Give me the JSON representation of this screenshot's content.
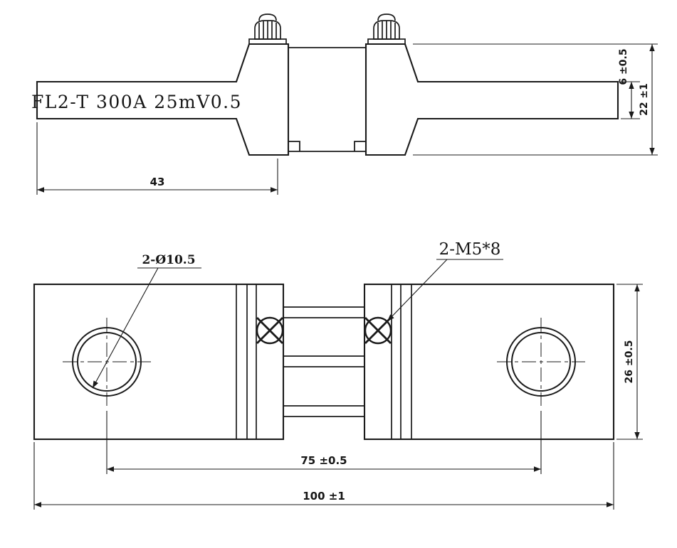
{
  "drawing": {
    "type": "technical-drawing",
    "part_label": "FL2-T 300A 25mV0.5",
    "side_view": {
      "dims": {
        "blade_length": "43",
        "blade_thickness": "6 ±0.5",
        "overall_height": "22 ±1"
      }
    },
    "plan_view": {
      "callouts": {
        "holes": "2-Ø10.5",
        "screws": "2-M5*8"
      },
      "dims": {
        "hole_spacing": "75 ±0.5",
        "overall_length": "100 ±1",
        "overall_width": "26 ±0.5"
      }
    },
    "colors": {
      "line": "#1b1b1b",
      "background": "#ffffff"
    }
  }
}
